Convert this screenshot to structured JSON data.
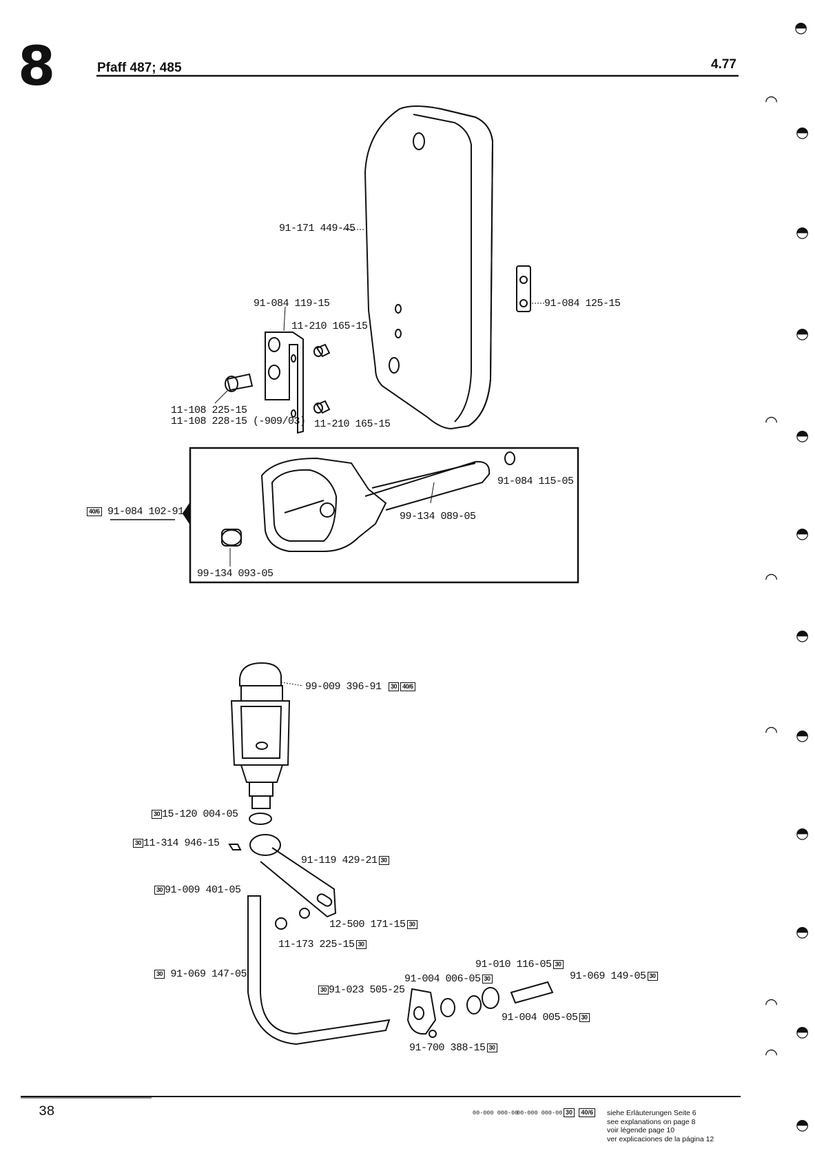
{
  "header": {
    "section_number": "8",
    "title": "Pfaff 487; 485",
    "code": "4.77"
  },
  "parts": {
    "p1": "91-171 449-45",
    "p2": "91-084 119-15",
    "p3": "11-210 165-15",
    "p4a": "11-108 225-15",
    "p4b": "11-108 228-15 (-909/03)",
    "p5": "11-210 165-15",
    "p6": "91-084 125-15",
    "p7": "91-084 115-05",
    "p8": "91-084 102-91",
    "p9": "99-134 089-05",
    "p10": "99-134 093-05",
    "p11": "99-009 396-91",
    "p12": "15-120 004-05",
    "p13": "11-314 946-15",
    "p14": "91-119 429-21",
    "p15": "91-009 401-05",
    "p16": "12-500 171-15",
    "p17": "11-173 225-15",
    "p18": "91-069 147-05",
    "p19": "91-010 116-05",
    "p20": "91-004 006-05",
    "p21": "91-069 149-05",
    "p22": "91-023 505-25",
    "p23": "91-004 005-05",
    "p24": "91-700 388-15"
  },
  "badges": {
    "b30": "30",
    "b406": "40/6"
  },
  "footer": {
    "page_number": "38",
    "code1": "00-000 000-00",
    "code2": "00-000 000-00",
    "badge30": "30",
    "badge406": "40/6",
    "line1": "siehe Erläuterungen Seite 6",
    "line2": "see explanations on page 8",
    "line3": "voir légende page 10",
    "line4": "ver explicaciones de la página 12"
  }
}
